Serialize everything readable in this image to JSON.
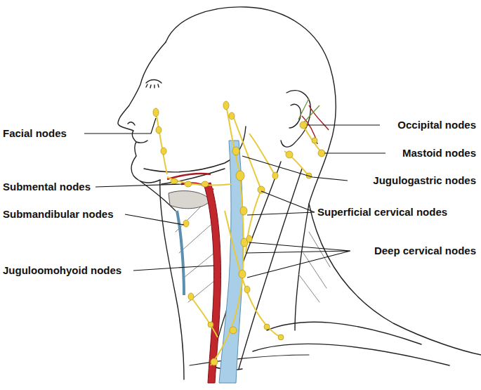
{
  "diagram": {
    "labels": [
      "Facial nodes",
      "Occipital nodes",
      "Mastoid nodes",
      "Jugulogastric nodes",
      "Submental nodes",
      "Superficial cervical nodes",
      "Submandibular nodes",
      "Deep cervical nodes",
      "Juguloomohyoid nodes"
    ]
  }
}
